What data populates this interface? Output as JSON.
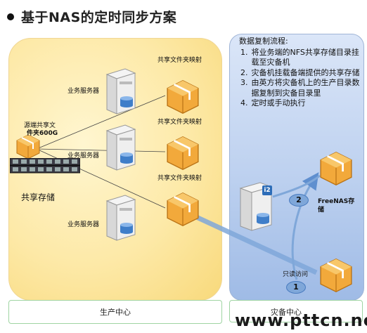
{
  "title": "基于NAS的定时同步方案",
  "labels": {
    "server1": "业务服务器",
    "server2": "业务服务器",
    "server3": "业务服务器",
    "share1": "共享文件夹映射",
    "share2": "共享文件夹映射",
    "share3": "共享文件夹映射",
    "source_line1": "源端共享文",
    "source_line2": "件夹600G",
    "shared_storage": "共享存储",
    "freenas_line1": "FreeNAS存",
    "freenas_line2": "储",
    "readonly": "只读访问",
    "step_num_1": "1",
    "step_num_2": "2",
    "i2_badge": "i2"
  },
  "replication": {
    "heading": "数据复制流程:",
    "steps": [
      {
        "num": "1.",
        "text": "将业务端的NFS共享存储目录挂载至灾备机"
      },
      {
        "num": "2.",
        "text": "灾备机挂载备端提供的共享存储"
      },
      {
        "num": "3.",
        "text": "由英方将灾备机上的生产目录数据复制到灾备目录里"
      },
      {
        "num": "4.",
        "text": "定时或手动执行"
      }
    ]
  },
  "footer": {
    "production_center": "生产中心",
    "dr_center": "灾备中心"
  },
  "watermark": "www.pttcn.net",
  "colors": {
    "production_zone": "#fde9a7",
    "dr_zone": "#bcd0ef",
    "box_orange": "#f2a93b",
    "arrow_blue": "#7fa7d9"
  }
}
